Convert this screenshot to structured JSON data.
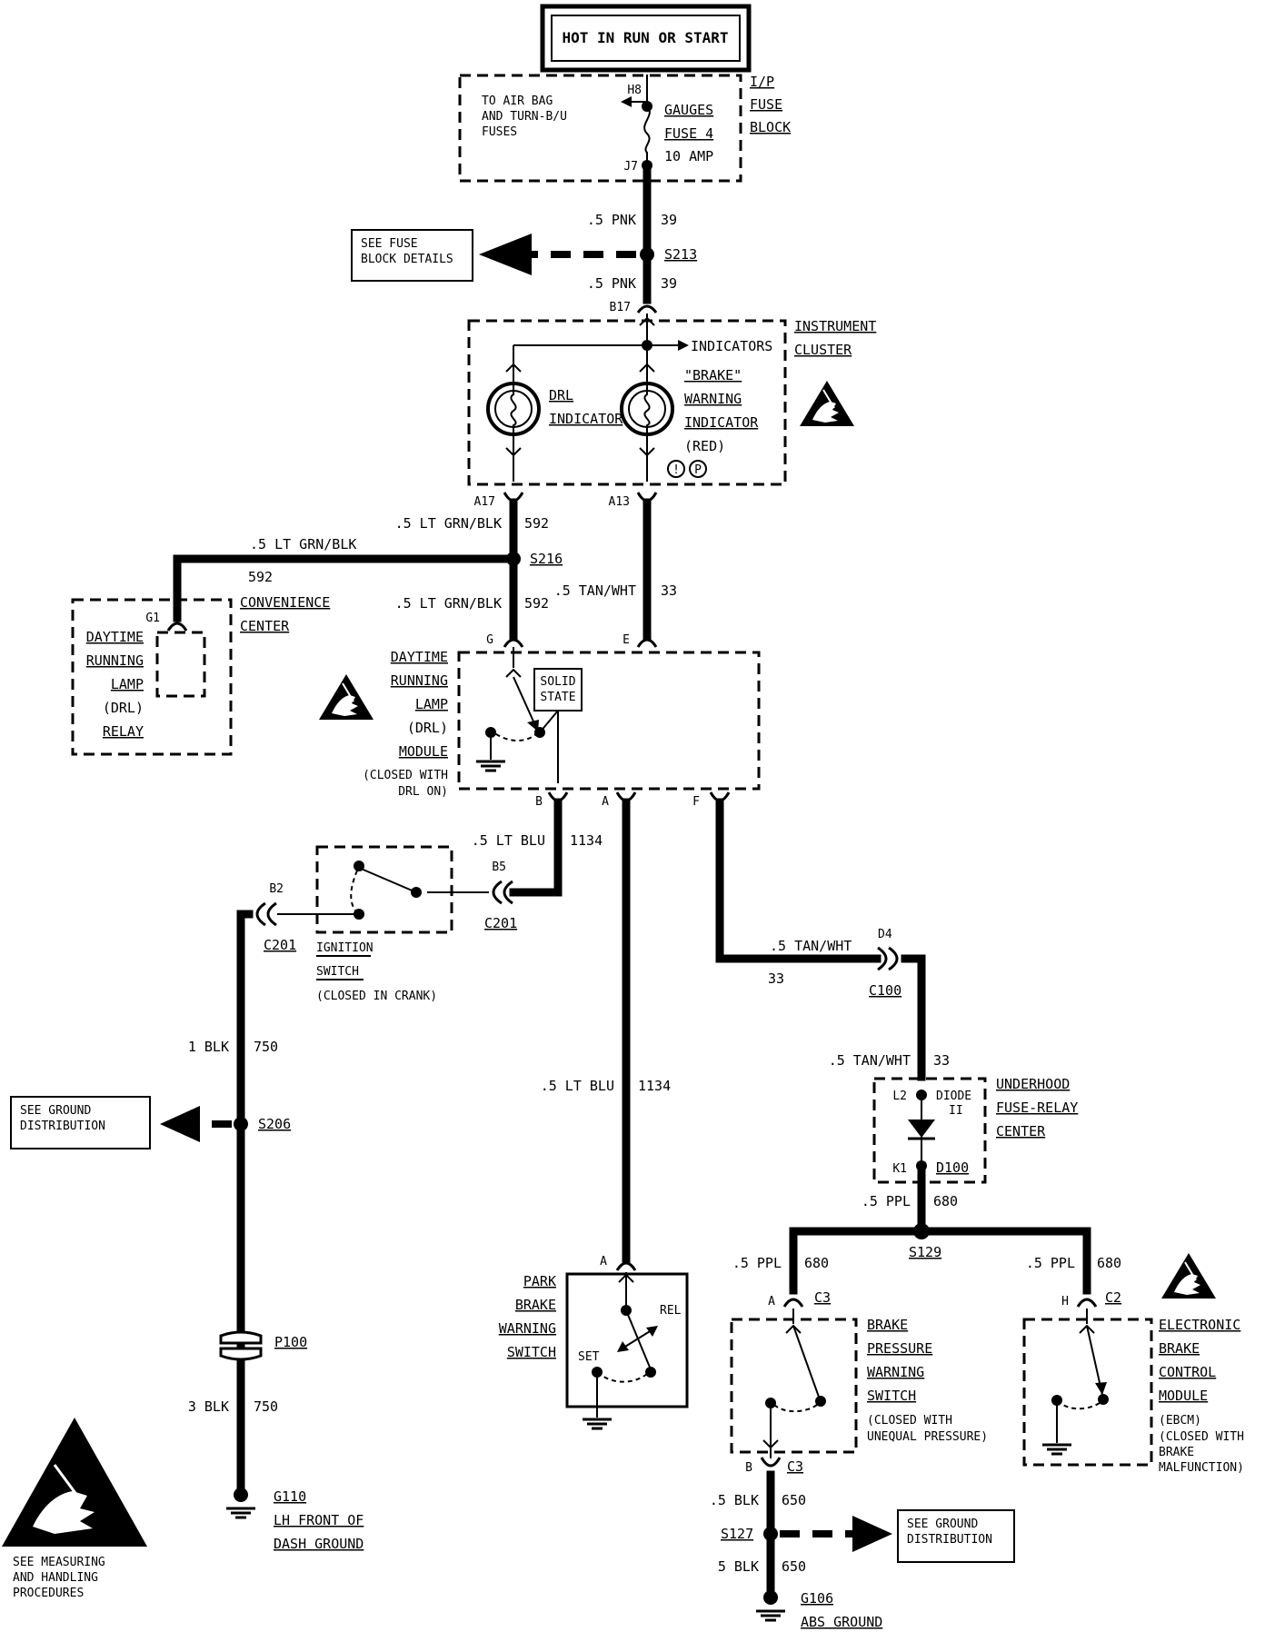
{
  "power": {
    "label": "HOT IN RUN OR START"
  },
  "fuse_block": {
    "name": [
      "I/P",
      "FUSE",
      "BLOCK"
    ],
    "note": [
      "TO AIR BAG",
      "AND TURN-B/U",
      "FUSES"
    ],
    "pin_in": "H8",
    "pin_out": "J7",
    "fuse": [
      "GAUGES",
      "FUSE 4",
      "10 AMP"
    ]
  },
  "wire_39a": {
    "size": ".5 PNK",
    "circuit": "39"
  },
  "s213": {
    "label": "S213",
    "ref": [
      "SEE FUSE",
      "BLOCK DETAILS"
    ]
  },
  "wire_39b": {
    "size": ".5 PNK",
    "circuit": "39"
  },
  "cluster": {
    "pin_b17": "B17",
    "name": [
      "INSTRUMENT",
      "CLUSTER"
    ],
    "indicators": "INDICATORS",
    "drl": [
      "DRL",
      "INDICATOR"
    ],
    "brake": [
      "\"BRAKE\"",
      "WARNING",
      "INDICATOR",
      "(RED)"
    ],
    "sym1": "!",
    "sym2": "P",
    "pin_a17": "A17",
    "pin_a13": "A13"
  },
  "wire_592a": {
    "size": ".5 LT GRN/BLK",
    "circuit": "592"
  },
  "s216": {
    "label": "S216"
  },
  "wire_592c": {
    "size": ".5 LT GRN/BLK",
    "circuit": "592"
  },
  "wire_592b": {
    "size": ".5 LT GRN/BLK",
    "circuit": "592"
  },
  "wire_33a": {
    "size": ".5 TAN/WHT",
    "circuit": "33"
  },
  "conv_center": {
    "pin": "G1",
    "name": [
      "CONVENIENCE",
      "CENTER"
    ],
    "relay": [
      "DAYTIME",
      "RUNNING",
      "LAMP",
      "(DRL)",
      "RELAY"
    ]
  },
  "drl_module": {
    "pin_g": "G",
    "pin_e": "E",
    "pin_b": "B",
    "pin_a": "A",
    "pin_f": "F",
    "name": [
      "DAYTIME",
      "RUNNING",
      "LAMP",
      "(DRL)",
      "MODULE",
      "(CLOSED WITH",
      "DRL ON)"
    ],
    "solid_state": [
      "SOLID",
      "STATE"
    ]
  },
  "wire_1134a": {
    "size": ".5 LT BLU",
    "circuit": "1134"
  },
  "c201": {
    "pin_b5": "B5",
    "label_r": "C201",
    "pin_b2": "B2",
    "label_l": "C201"
  },
  "ign_switch": [
    "IGNITION",
    "SWITCH",
    "(CLOSED IN CRANK)"
  ],
  "wire_33b": {
    "size": ".5 TAN/WHT",
    "circuit": "33"
  },
  "c100": {
    "pin": "D4",
    "label": "C100"
  },
  "wire_33c": {
    "size": ".5 TAN/WHT",
    "circuit": "33"
  },
  "uh_fuse": {
    "name": [
      "UNDERHOOD",
      "FUSE-RELAY",
      "CENTER"
    ],
    "pin_l2": "L2",
    "pin_k1": "K1",
    "diode": [
      "DIODE",
      "II"
    ],
    "d100": "D100"
  },
  "wire_750a": {
    "size": "1 BLK",
    "circuit": "750"
  },
  "s206": {
    "label": "S206",
    "ref": [
      "SEE GROUND",
      "DISTRIBUTION"
    ]
  },
  "p100": {
    "label": "P100"
  },
  "wire_750b": {
    "size": "3 BLK",
    "circuit": "750"
  },
  "g110": [
    "G110",
    "LH FRONT OF",
    "DASH GROUND"
  ],
  "wire_1134b": {
    "size": ".5 LT BLU",
    "circuit": "1134"
  },
  "park_brake": {
    "pin": "A",
    "name": [
      "PARK",
      "BRAKE",
      "WARNING",
      "SWITCH"
    ],
    "rel": "REL",
    "set": "SET"
  },
  "wire_680a": {
    "size": ".5 PPL",
    "circuit": "680"
  },
  "s129": {
    "label": "S129"
  },
  "wire_680b": {
    "size": ".5 PPL",
    "circuit": "680"
  },
  "wire_680c": {
    "size": ".5 PPL",
    "circuit": "680"
  },
  "bpws": {
    "pin_a": "A",
    "conn_a": "C3",
    "pin_b": "B",
    "conn_b": "C3",
    "name": [
      "BRAKE",
      "PRESSURE",
      "WARNING",
      "SWITCH",
      "(CLOSED WITH",
      "UNEQUAL PRESSURE)"
    ]
  },
  "ebcm": {
    "pin_h": "H",
    "conn": "C2",
    "name": [
      "ELECTRONIC",
      "BRAKE",
      "CONTROL",
      "MODULE",
      "(EBCM)",
      "(CLOSED WITH",
      "BRAKE",
      "MALFUNCTION)"
    ]
  },
  "wire_650a": {
    "size": ".5 BLK",
    "circuit": "650"
  },
  "s127": {
    "label": "S127",
    "ref": [
      "SEE GROUND",
      "DISTRIBUTION"
    ]
  },
  "wire_650b": {
    "size": "5 BLK",
    "circuit": "650"
  },
  "g106": [
    "G106",
    "ABS GROUND"
  ],
  "esd_note": [
    "SEE MEASURING",
    "AND HANDLING",
    "PROCEDURES"
  ]
}
